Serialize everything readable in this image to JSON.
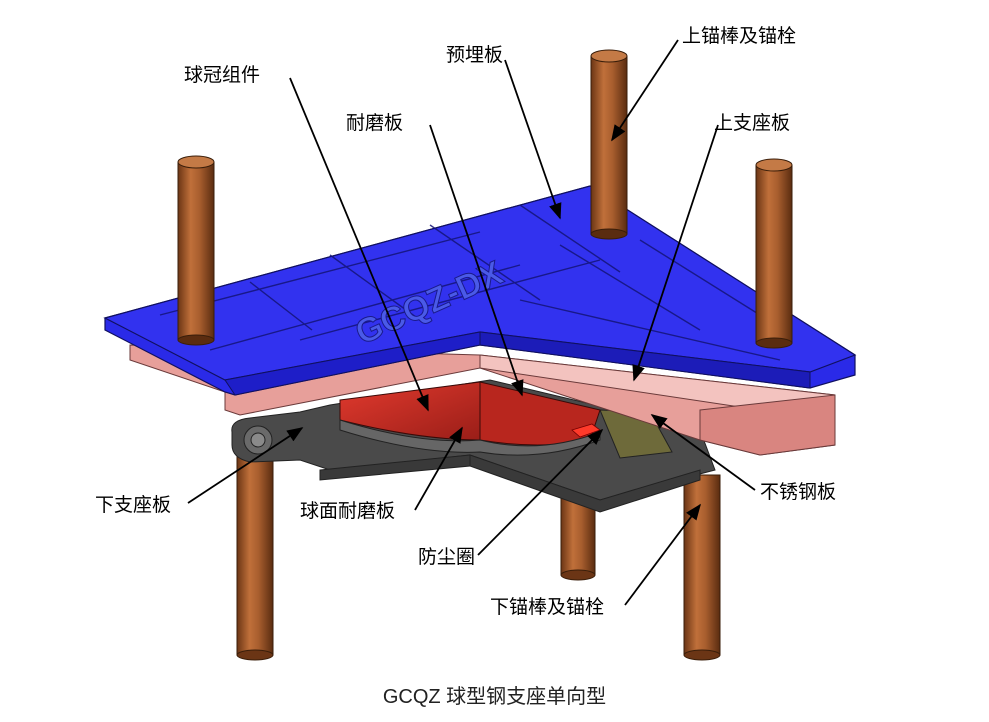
{
  "caption": "GCQZ 球型钢支座单向型",
  "engraving": "GCQZ-DX",
  "labels": {
    "embedded_plate": "预埋板",
    "upper_anchor": "上锚棒及锚栓",
    "sphere_cap": "球冠组件",
    "wear_plate": "耐磨板",
    "upper_seat_plate": "上支座板",
    "lower_seat_plate": "下支座板",
    "spherical_wear_plate": "球面耐磨板",
    "stainless_plate": "不锈钢板",
    "dust_ring": "防尘圈",
    "lower_anchor": "下锚棒及锚栓"
  },
  "colors": {
    "embedded_plate": "#2626e6",
    "upper_seat_plate": "#eaa49f",
    "lower_seat": "#4a4a4a",
    "sphere_cap": "#cc2a22",
    "anchor_rod": "#a0582c",
    "stainless": "#6e6a3a"
  }
}
